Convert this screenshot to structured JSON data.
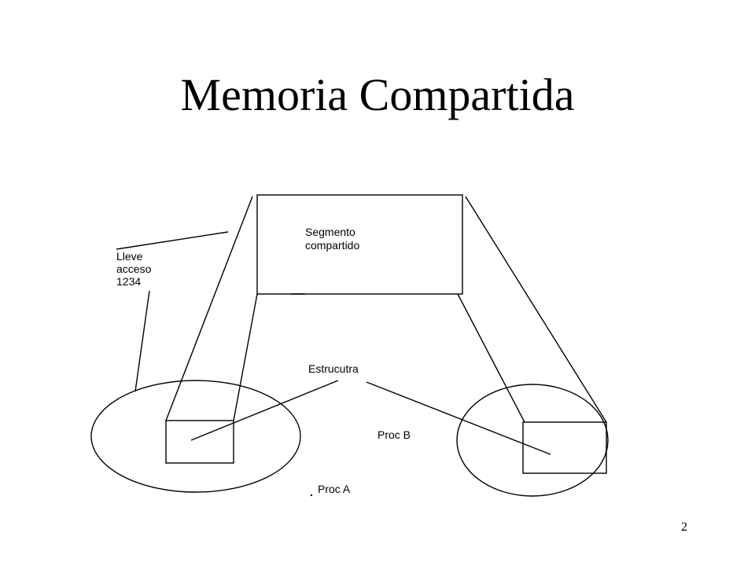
{
  "slide": {
    "title": "Memoria Compartida",
    "page_number": "2"
  },
  "diagram": {
    "segment_label": [
      "Segmento",
      "compartido"
    ],
    "key_label": [
      "Lleve",
      "acceso",
      "1234"
    ],
    "structure_label": "Estrucutra",
    "proc_a_label": "Proc A",
    "proc_b_label": "Proc B"
  }
}
